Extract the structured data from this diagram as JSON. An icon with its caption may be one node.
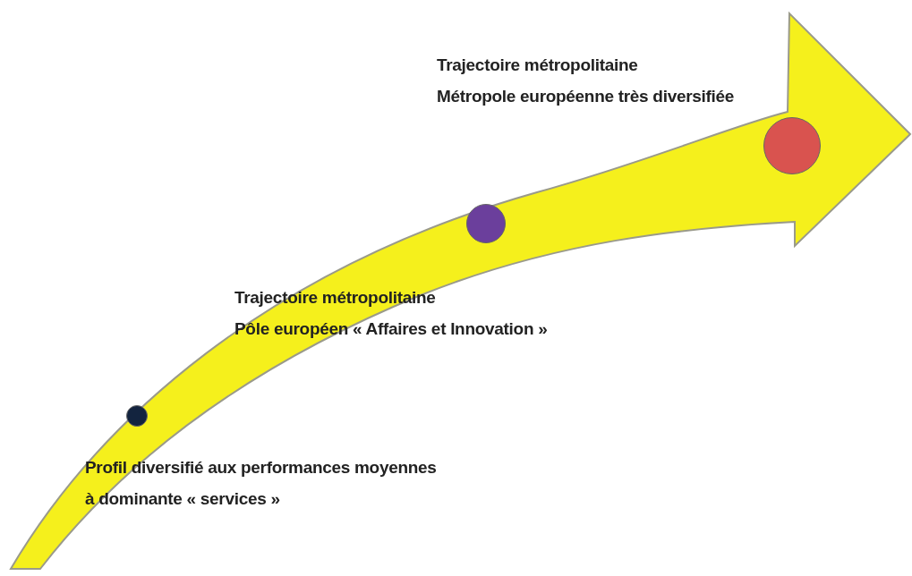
{
  "diagram": {
    "nodes": [
      {
        "text": [],
        "shape": "circle",
        "beside": [
          "Profil diversifié aux performances moyennes",
          "à dominante « services »"
        ]
      },
      {
        "text": [],
        "shape": "circle",
        "beside": [
          "Trajectoire métropolitaine",
          "Pôle européen « Affaires et Innovation »"
        ]
      },
      {
        "text": [],
        "shape": "circle",
        "beside": [
          "Trajectoire métropolitaine",
          "Métropole européenne très diversifiée"
        ]
      }
    ]
  }
}
